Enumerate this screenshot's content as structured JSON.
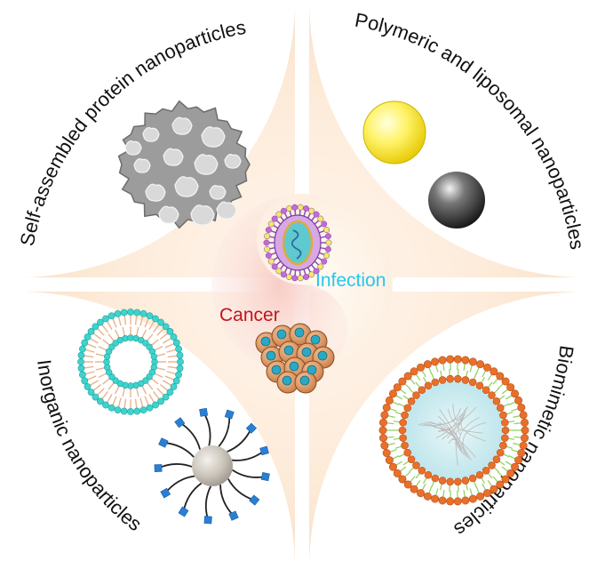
{
  "quadrants": {
    "top_left": "Self-assembled protein nanoparticles",
    "top_right": "Polymeric and liposomal nanoparticles",
    "bottom_left": "Inorganic nanoparticles",
    "bottom_right": "Biomimetic nanoparticles"
  },
  "center": {
    "cancer": "Cancer",
    "infection": "Infection"
  },
  "colors": {
    "quadrant_fill": "#fbe9d7",
    "cancer_text": "#c0141b",
    "infection_text": "#29c6ee",
    "liposome_head": "#3fd3cc",
    "biomimetic_head": "#e8702a",
    "ligand": "#2a7fd4"
  }
}
